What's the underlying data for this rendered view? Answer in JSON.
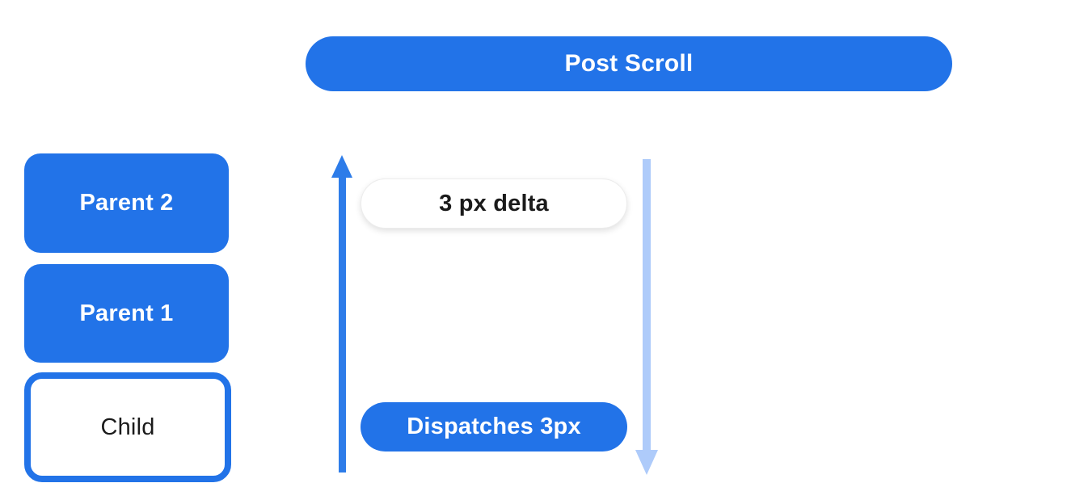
{
  "banner": {
    "label": "Post Scroll"
  },
  "boxes": [
    {
      "label": "Parent 2",
      "style": "filled"
    },
    {
      "label": "Parent 1",
      "style": "filled"
    },
    {
      "label": "Child",
      "style": "outlined"
    }
  ],
  "pills": {
    "delta": {
      "label": "3 px delta"
    },
    "dispatch": {
      "label": "Dispatches 3px"
    }
  },
  "arrows": {
    "up": {
      "direction": "up",
      "icon": "up-arrow-icon"
    },
    "down": {
      "direction": "down",
      "icon": "down-arrow-icon"
    }
  },
  "colors": {
    "primary_blue": "#2273e8",
    "arrow_blue": "#2d7ce9",
    "light_blue": "#aecbfa",
    "text_dark": "#1b1b1b",
    "pill_border": "#ececec",
    "white": "#ffffff"
  }
}
